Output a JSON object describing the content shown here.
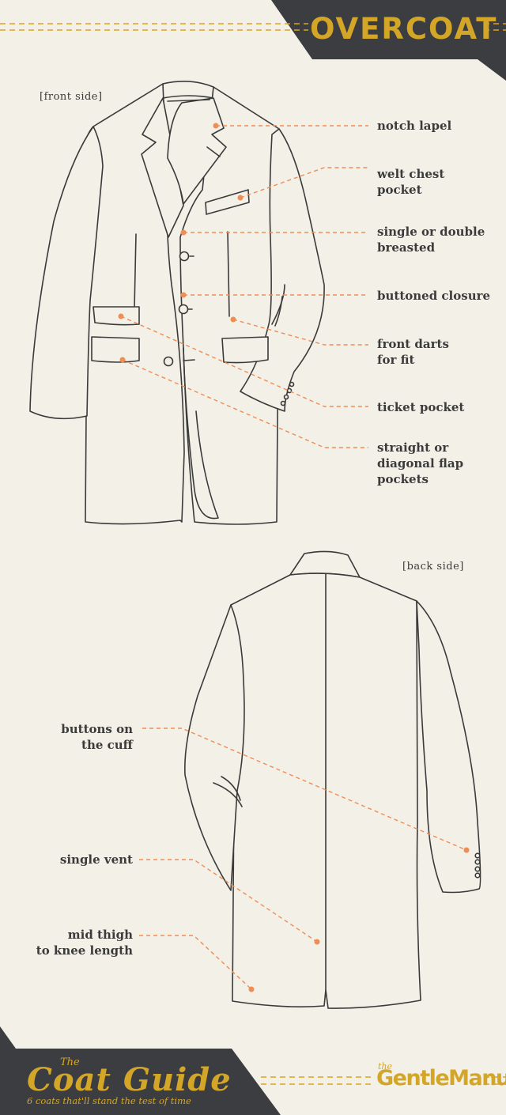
{
  "header": {
    "title": "OVERCOAT"
  },
  "front": {
    "side_label": "[front side]",
    "callouts": [
      {
        "id": "notch-lapel",
        "text": "notch lapel"
      },
      {
        "id": "welt-chest-pocket",
        "text": "welt chest\npocket"
      },
      {
        "id": "single-or-double-breasted",
        "text": "single or double\nbreasted"
      },
      {
        "id": "buttoned-closure",
        "text": "buttoned closure"
      },
      {
        "id": "front-darts",
        "text": "front darts\nfor fit"
      },
      {
        "id": "ticket-pocket",
        "text": "ticket pocket"
      },
      {
        "id": "flap-pockets",
        "text": "straight or\ndiagonal flap\npockets"
      }
    ]
  },
  "back": {
    "side_label": "[back side]",
    "callouts": [
      {
        "id": "buttons-on-cuff",
        "text": "buttons on\nthe cuff"
      },
      {
        "id": "single-vent",
        "text": "single vent"
      },
      {
        "id": "length",
        "text": "mid thigh\nto knee length"
      }
    ]
  },
  "footer": {
    "brand_the": "The",
    "brand_name": "Coat Guide",
    "tagline": "6 coats that'll stand    the test of time",
    "publisher_the": "the",
    "publisher_name": "GentleManual"
  },
  "colors": {
    "background": "#f3f0e7",
    "banner": "#3c3d40",
    "accent_gold": "#d4a628",
    "leader_orange": "#ee8d55",
    "outline": "#3a3a3a"
  }
}
